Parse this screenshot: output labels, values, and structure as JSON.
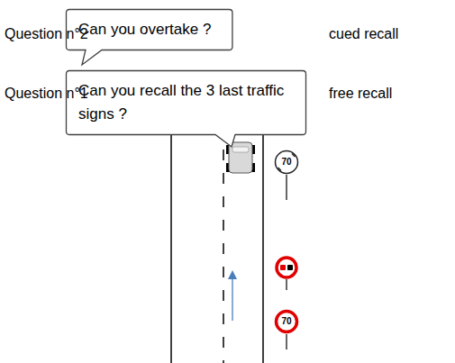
{
  "diagram": {
    "nodes": [
      {
        "text": [
          "Can you overtake ?"
        ]
      },
      {
        "text": [
          "Can you recall the 3 last traffic signs ?"
        ]
      },
      {
        "text": [
          "70"
        ]
      },
      {
        "text": [
          "70"
        ]
      }
    ],
    "labels": [
      "Question n°2",
      "cued recall",
      "Question n°1",
      "free recall"
    ]
  }
}
